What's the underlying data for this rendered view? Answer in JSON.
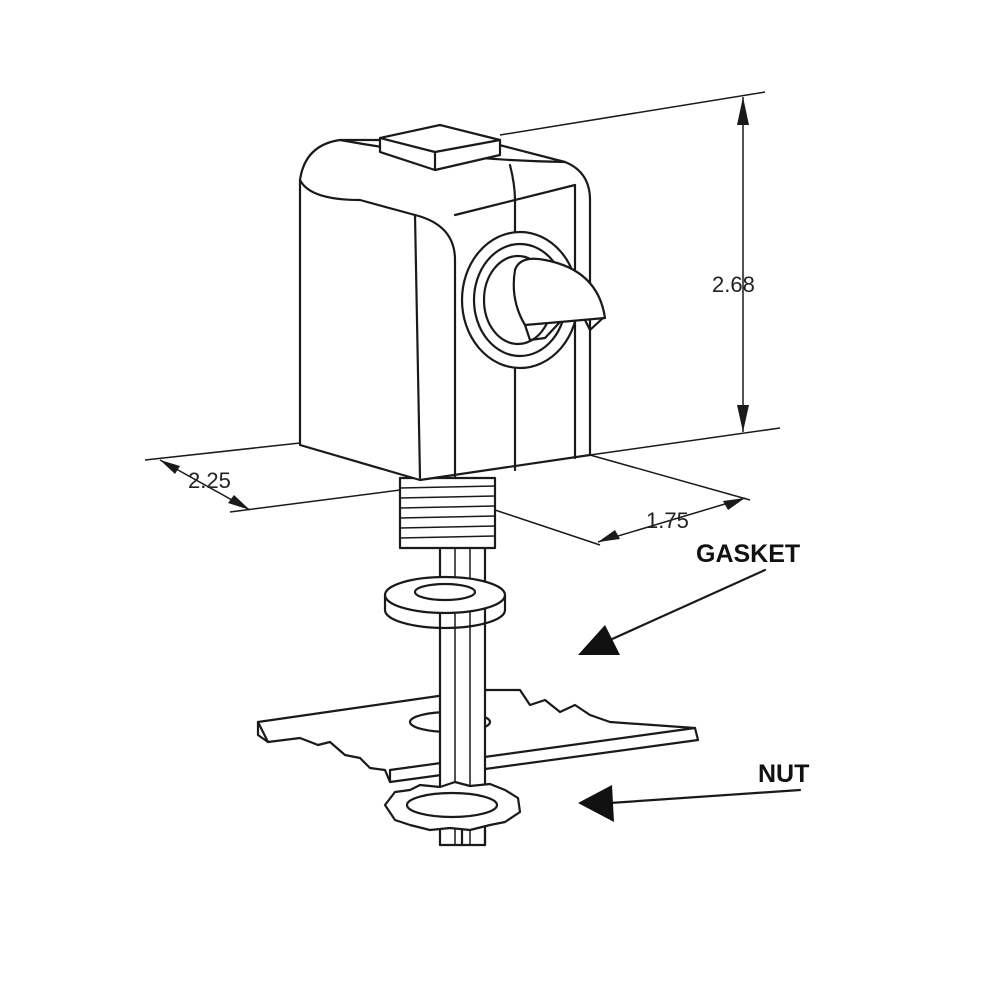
{
  "dimensions": {
    "height": "2.68",
    "width": "2.25",
    "depth": "1.75"
  },
  "labels": {
    "gasket": "GASKET",
    "nut": "NUT"
  }
}
